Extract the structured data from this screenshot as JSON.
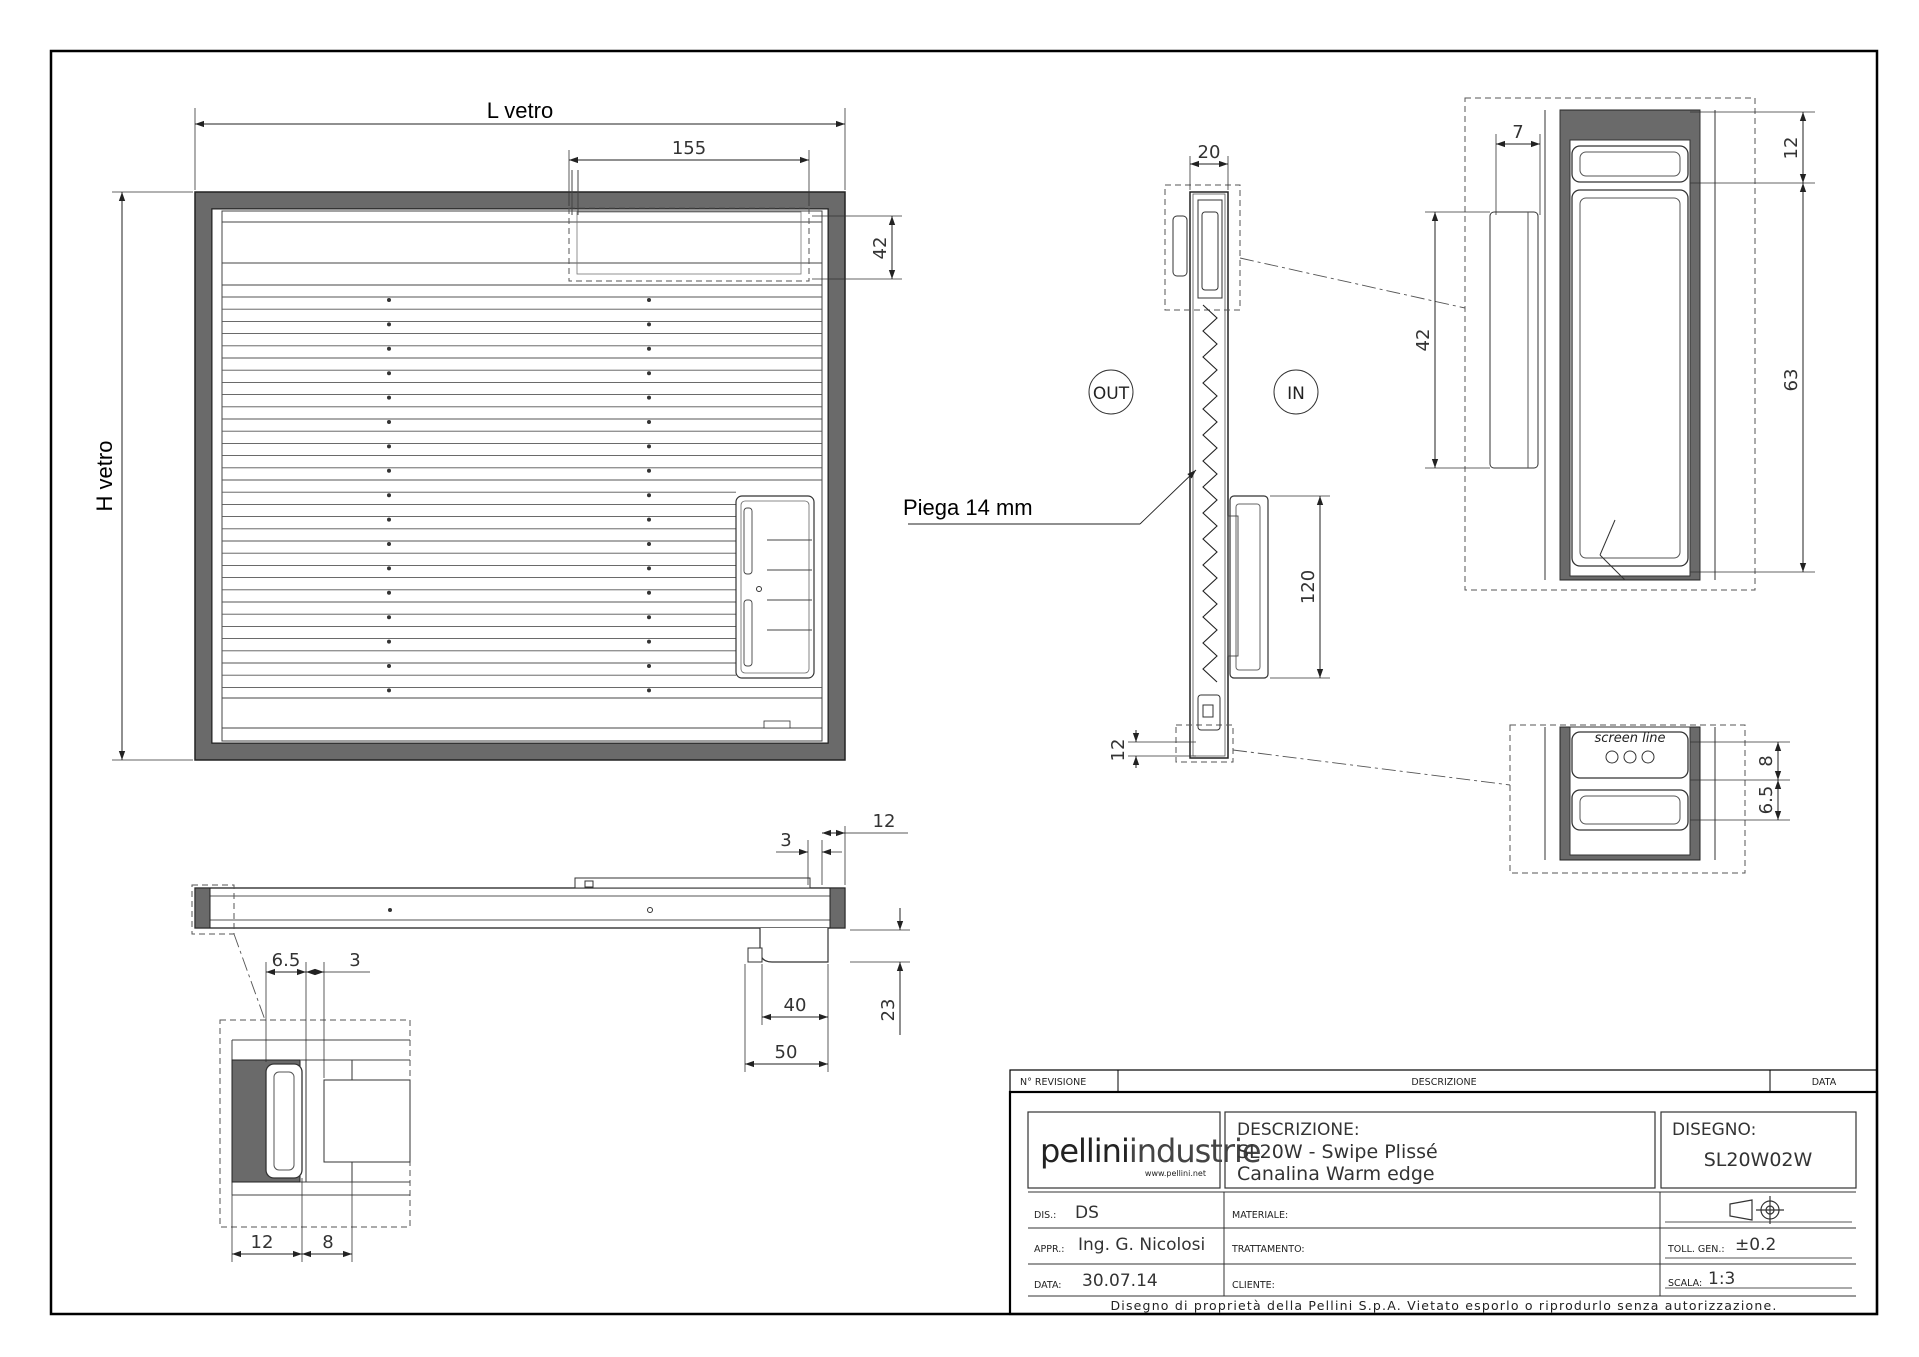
{
  "drawing": {
    "labels": {
      "l_vetro": "L vetro",
      "h_vetro": "H vetro",
      "piega": "Piega 14 mm",
      "out": "OUT",
      "in": "IN",
      "brand_mark": "screen line"
    },
    "dimensions": {
      "top_155": "155",
      "top_42": "42",
      "sec_20": "20",
      "sec_120": "120",
      "sec_12": "12",
      "det_7": "7",
      "det_12": "12",
      "det_42": "42",
      "det_63": "63",
      "bot_8": "8",
      "bot_6_5": "6.5",
      "side_12": "12",
      "side_3": "3",
      "side_23": "23",
      "side_40": "40",
      "side_50": "50",
      "corner_6_5": "6.5",
      "corner_3": "3",
      "corner_12": "12",
      "corner_8": "8"
    }
  },
  "title_block": {
    "revision_header": {
      "rev_no": "N° REVISIONE",
      "description": "DESCRIZIONE",
      "date": "DATA"
    },
    "logo": {
      "part1": "pellini",
      "part2": "industrie",
      "url": "www.pellini.net"
    },
    "descrizione_label": "DESCRIZIONE:",
    "descrizione_line1": "SL20W - Swipe Plissé",
    "descrizione_line2": "Canalina Warm edge",
    "disegno_label": "DISEGNO:",
    "disegno_value": "SL20W02W",
    "dis_label": "DIS.:",
    "dis_value": "DS",
    "appr_label": "APPR.:",
    "appr_value": "Ing. G. Nicolosi",
    "data_label": "DATA:",
    "data_value": "30.07.14",
    "materiale_label": "MATERIALE:",
    "trattamento_label": "TRATTAMENTO:",
    "cliente_label": "CLIENTE:",
    "toll_label": "TOLL. GEN.:",
    "toll_value": "±0.2",
    "scala_label": "SCALA:",
    "scala_value": "1:3",
    "footer": "Disegno di proprietà della Pellini S.p.A. Vietato esporlo o riprodurlo senza autorizzazione."
  }
}
